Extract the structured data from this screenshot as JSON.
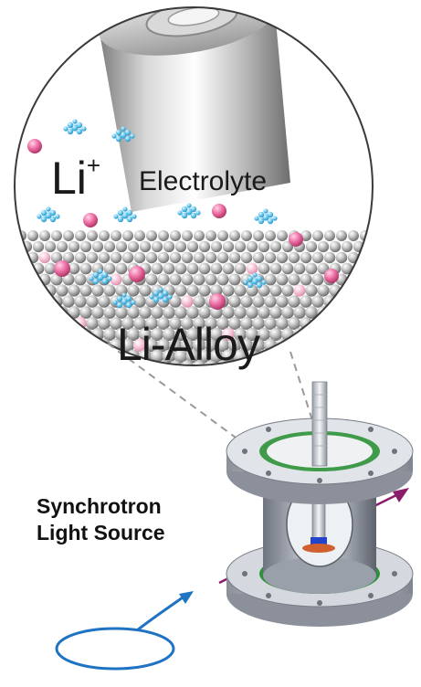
{
  "labels": {
    "li_ion_base": "Li",
    "li_ion_sup": "+",
    "electrolyte": "Electrolyte",
    "alloy": "Li-Alloy",
    "source_line1": "Synchrotron",
    "source_line2": "Light Source"
  },
  "colors": {
    "lithium_ion": "#ea5f9a",
    "electrolyte_molecule": "#5fc4ee",
    "alloy_atom": "#b9b9b9",
    "beam": "#8a1c6b",
    "synchrotron_loop": "#1f73c2",
    "cell_body": "#b8bdc6"
  },
  "icons": {
    "battery": "battery-cell-icon",
    "electrochemical_cell": "in-situ-cell-icon",
    "synchrotron": "synchrotron-loop-icon"
  }
}
